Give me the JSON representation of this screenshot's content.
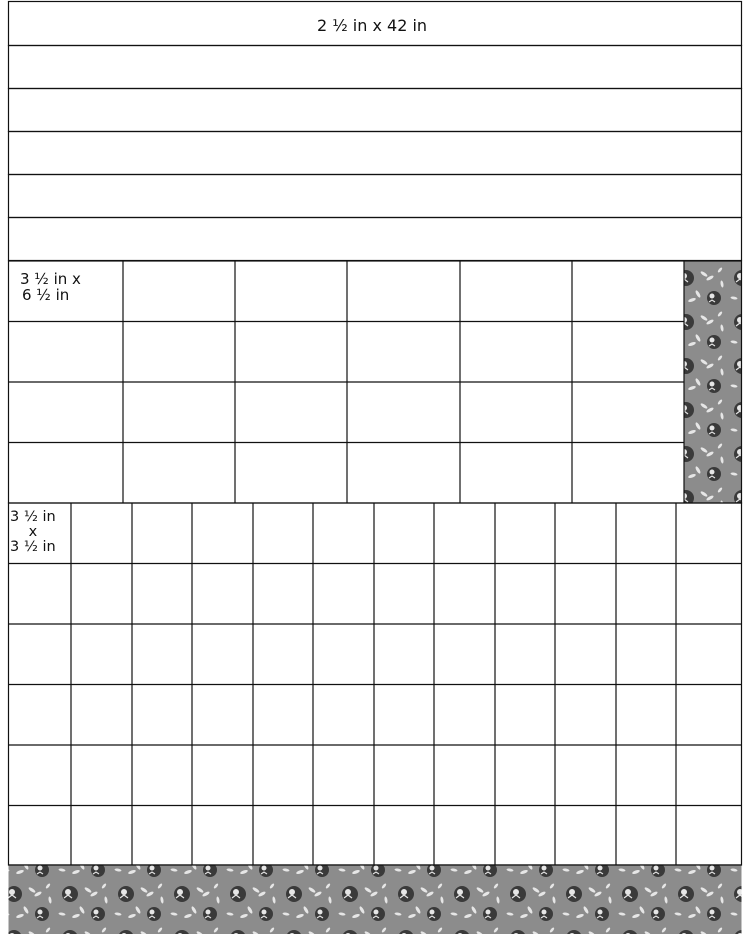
{
  "colors": {
    "line": "#111111",
    "background": "#ffffff",
    "fabric_base": "#8c8c8c",
    "fabric_sloth": "#3a3a3a",
    "fabric_leaf": "#e6e6e6"
  },
  "strips": {
    "label": "2 ½ in x 42 in",
    "count": 6
  },
  "rectangles": {
    "label_line1": "3 ½ in x",
    "label_line2": "6 ½ in",
    "rows": 4,
    "cols": 6
  },
  "squares": {
    "label_line1": "3 ½ in",
    "label_line2": "x",
    "label_line3": "3 ½ in",
    "rows": 6,
    "cols": 12
  },
  "fabric_icon": "sloth-leaf-print"
}
